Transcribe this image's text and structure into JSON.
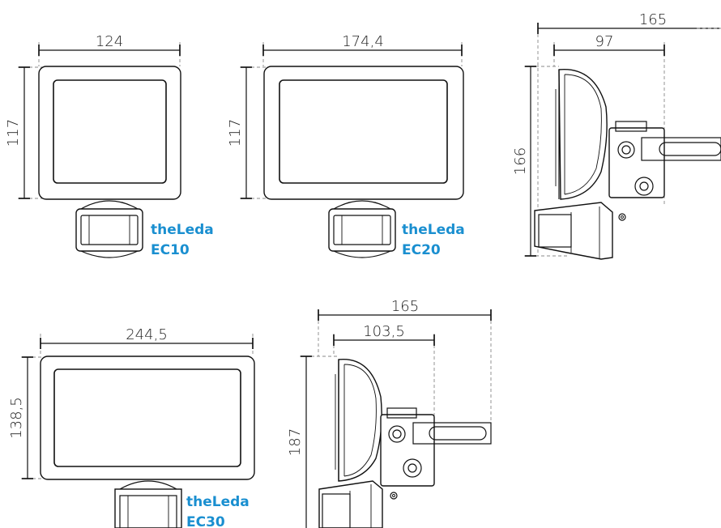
{
  "colors": {
    "brand": "#1a8fd0",
    "line": "#111111",
    "extension": "#888888"
  },
  "products": [
    {
      "name": "theLeda",
      "model": "EC10",
      "width": "124",
      "height": "117"
    },
    {
      "name": "theLeda",
      "model": "EC20",
      "width": "174,4",
      "height": "117"
    },
    {
      "name": "theLeda",
      "model": "EC30",
      "width": "244,5",
      "height": "138,5"
    }
  ],
  "side_views": [
    {
      "depth_total": "165",
      "depth_head": "97",
      "height": "166"
    },
    {
      "depth_total": "165",
      "depth_head": "103,5",
      "height": "187"
    }
  ]
}
